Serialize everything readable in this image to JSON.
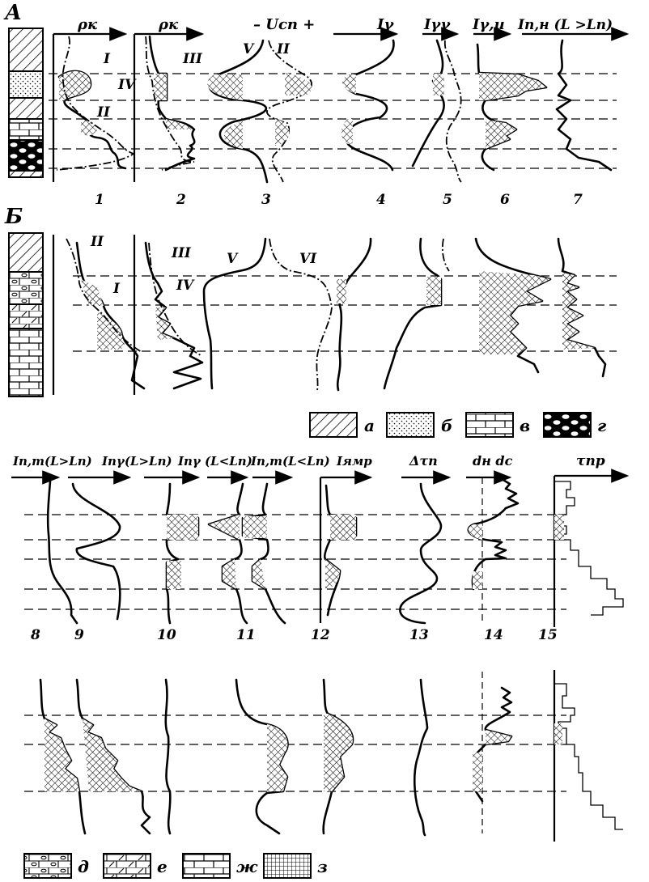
{
  "sections": {
    "a": "А",
    "b": "Б"
  },
  "headers_top": [
    "ρк",
    "ρк",
    "– Uсп +",
    "Iγ",
    "Iγγ",
    "Iγ,и",
    "Iп,н (L >Lп)"
  ],
  "curve_labels_top": [
    "I",
    "II",
    "III",
    "IV",
    "V",
    "II"
  ],
  "curve_labels_b": [
    "II",
    "I",
    "III",
    "IV",
    "V",
    "VI"
  ],
  "track_numbers_top": [
    "1",
    "2",
    "3",
    "4",
    "5",
    "6",
    "7"
  ],
  "headers_bottom": [
    "Iп,т(L>Lп)",
    "Iпγ(L>Lп)",
    "Iпγ (L<Lп)",
    "Iп,т(L<Lп)",
    "Iямр",
    "Δτп",
    "dн  dс",
    "τпр"
  ],
  "track_numbers_bottom": [
    "8",
    "9",
    "10",
    "11",
    "12",
    "13",
    "14",
    "15"
  ],
  "legend_top": [
    "а",
    "б",
    "в",
    "г"
  ],
  "legend_bottom": [
    "д",
    "е",
    "ж",
    "з"
  ]
}
